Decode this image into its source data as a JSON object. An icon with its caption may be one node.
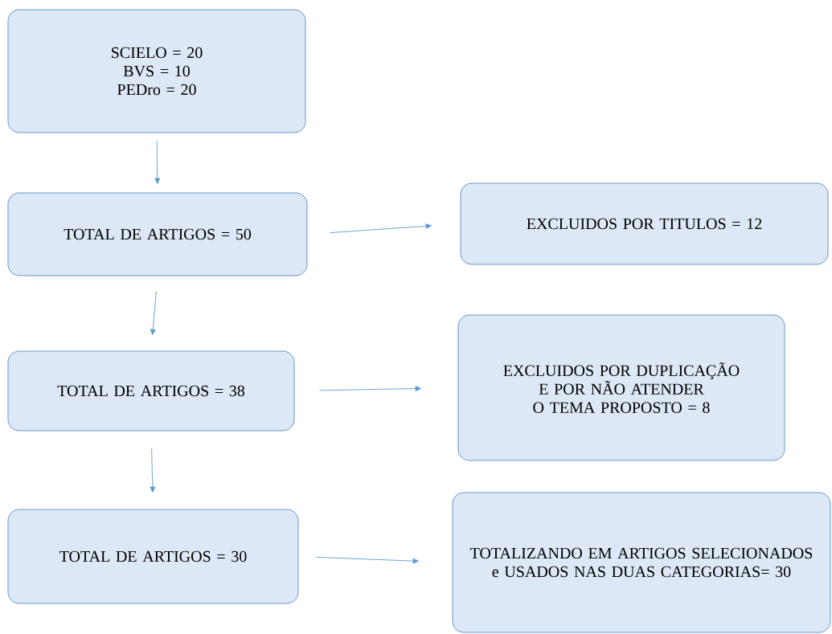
{
  "diagram": {
    "nodes": [
      {
        "text": [
          "SCIELO = 20",
          "BVS = 10",
          "PEDro = 20"
        ]
      },
      {
        "text": [
          "TOTAL DE ARTIGOS = 50"
        ]
      },
      {
        "text": [
          "EXCLUIDOS POR TITULOS = 12"
        ]
      },
      {
        "text": [
          "TOTAL DE ARTIGOS = 38"
        ]
      },
      {
        "text": [
          "EXCLUIDOS POR DUPLICAÇÃO E POR NÃO ATENDER O TEMA PROPOSTO = 8"
        ]
      },
      {
        "text": [
          "TOTAL DE ARTIGOS = 30"
        ]
      },
      {
        "text": [
          "TOTALIZANDO EM ARTIGOS SELECIONADOS e USADOS NAS DUAS CATEGORIAS= 30"
        ]
      }
    ],
    "edges": [
      {
        "from": 0,
        "to": 1,
        "arrow": "to"
      },
      {
        "from": 1,
        "to": 2,
        "arrow": "to"
      },
      {
        "from": 1,
        "to": 3,
        "arrow": "to"
      },
      {
        "from": 3,
        "to": 4,
        "arrow": "to"
      },
      {
        "from": 3,
        "to": 5,
        "arrow": "to"
      },
      {
        "from": 5,
        "to": 6,
        "arrow": "to"
      }
    ]
  }
}
